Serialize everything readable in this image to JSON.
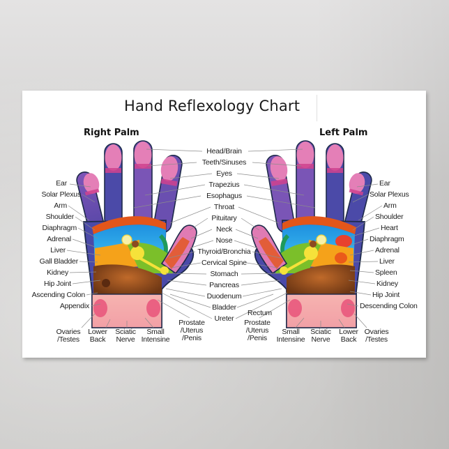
{
  "poster": {
    "title": "Hand Reflexology Chart",
    "right_palm_heading": "Right Palm",
    "left_palm_heading": "Left Palm"
  },
  "right_side_labels": [
    "Ear",
    "Solar Plexus",
    "Arm",
    "Shoulder",
    "Diaphragm",
    "Adrenal",
    "Liver",
    "Gall Bladder",
    "Kidney",
    "Hip Joint",
    "Ascending Colon",
    "Appendix"
  ],
  "left_side_labels": [
    "Ear",
    "Solar Plexus",
    "Arm",
    "Shoulder",
    "Heart",
    "Diaphragm",
    "Adrenal",
    "Liver",
    "Spleen",
    "Kidney",
    "Hip Joint",
    "Descending Colon"
  ],
  "center_labels": [
    "Head/Brain",
    "Teeth/Sinuses",
    "Eyes",
    "Trapezius",
    "Esophagus",
    "Throat",
    "Pituitary",
    "Neck",
    "Nose",
    "Thyroid/Bronchia",
    "Cervical Spine",
    "Stomach",
    "Pancreas",
    "Duodenum",
    "Bladder",
    "Ureter"
  ],
  "rectum_label": "Rectum",
  "right_bottom_labels": [
    {
      "line1": "Ovaries",
      "line2": "/Testes",
      "line3": ""
    },
    {
      "line1": "Lower",
      "line2": "Back",
      "line3": ""
    },
    {
      "line1": "Sciatic",
      "line2": "Nerve",
      "line3": ""
    },
    {
      "line1": "Small",
      "line2": "Intensine",
      "line3": ""
    },
    {
      "line1": "Prostate",
      "line2": "/Uterus",
      "line3": "/Penis"
    }
  ],
  "left_bottom_labels": [
    {
      "line1": "Prostate",
      "line2": "/Uterus",
      "line3": "/Penis"
    },
    {
      "line1": "Small",
      "line2": "Intensine",
      "line3": ""
    },
    {
      "line1": "Sciatic",
      "line2": "Nerve",
      "line3": ""
    },
    {
      "line1": "Lower",
      "line2": "Back",
      "line3": ""
    },
    {
      "line1": "Ovaries",
      "line2": "/Testes",
      "line3": ""
    }
  ],
  "colors": {
    "fingertip": "#e07bb4",
    "finger_band": "#d24a92",
    "finger_purple": "#6d4fb0",
    "finger_blue": "#4c4aa8",
    "diaphragm_band": "#e2561a",
    "upper_palm_blue": "#27a9e8",
    "thyroid_green": "#1f9a5a",
    "stomach_green": "#7bbf2a",
    "liver_orange": "#f5a21a",
    "intestine_brown": "#8a4a1f",
    "spine_yellow": "#f6e23a",
    "wrist_pink": "#f3a7a8",
    "wrist_spot": "#e8537a",
    "outline": "#1e2a4a",
    "leader_line": "#8c8c8c"
  }
}
